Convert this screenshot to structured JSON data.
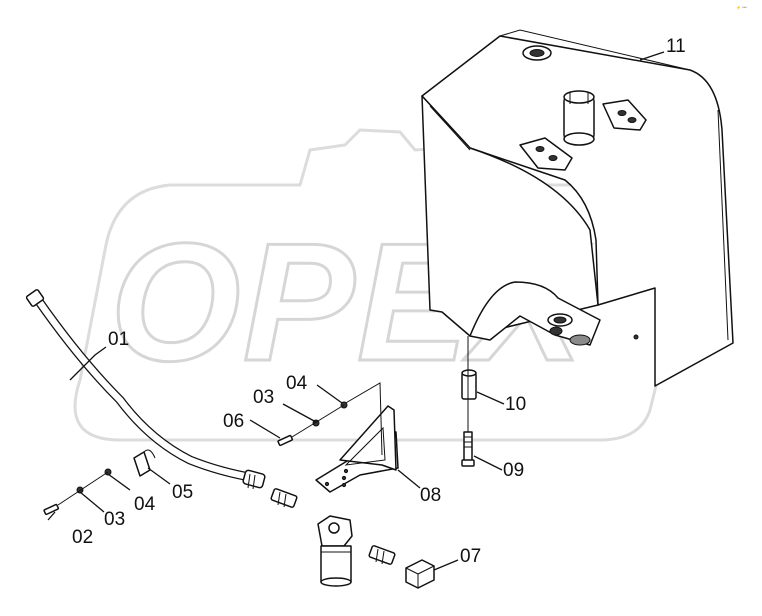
{
  "diagram": {
    "watermark_text": "OPEX",
    "corner_mark": "⚡ ***",
    "callouts": {
      "p01": "01",
      "p02": "02",
      "p03a": "03",
      "p03b": "03",
      "p04a": "04",
      "p04b": "04",
      "p05": "05",
      "p06": "06",
      "p07": "07",
      "p08": "08",
      "p09": "09",
      "p10": "10",
      "p11": "11"
    }
  }
}
